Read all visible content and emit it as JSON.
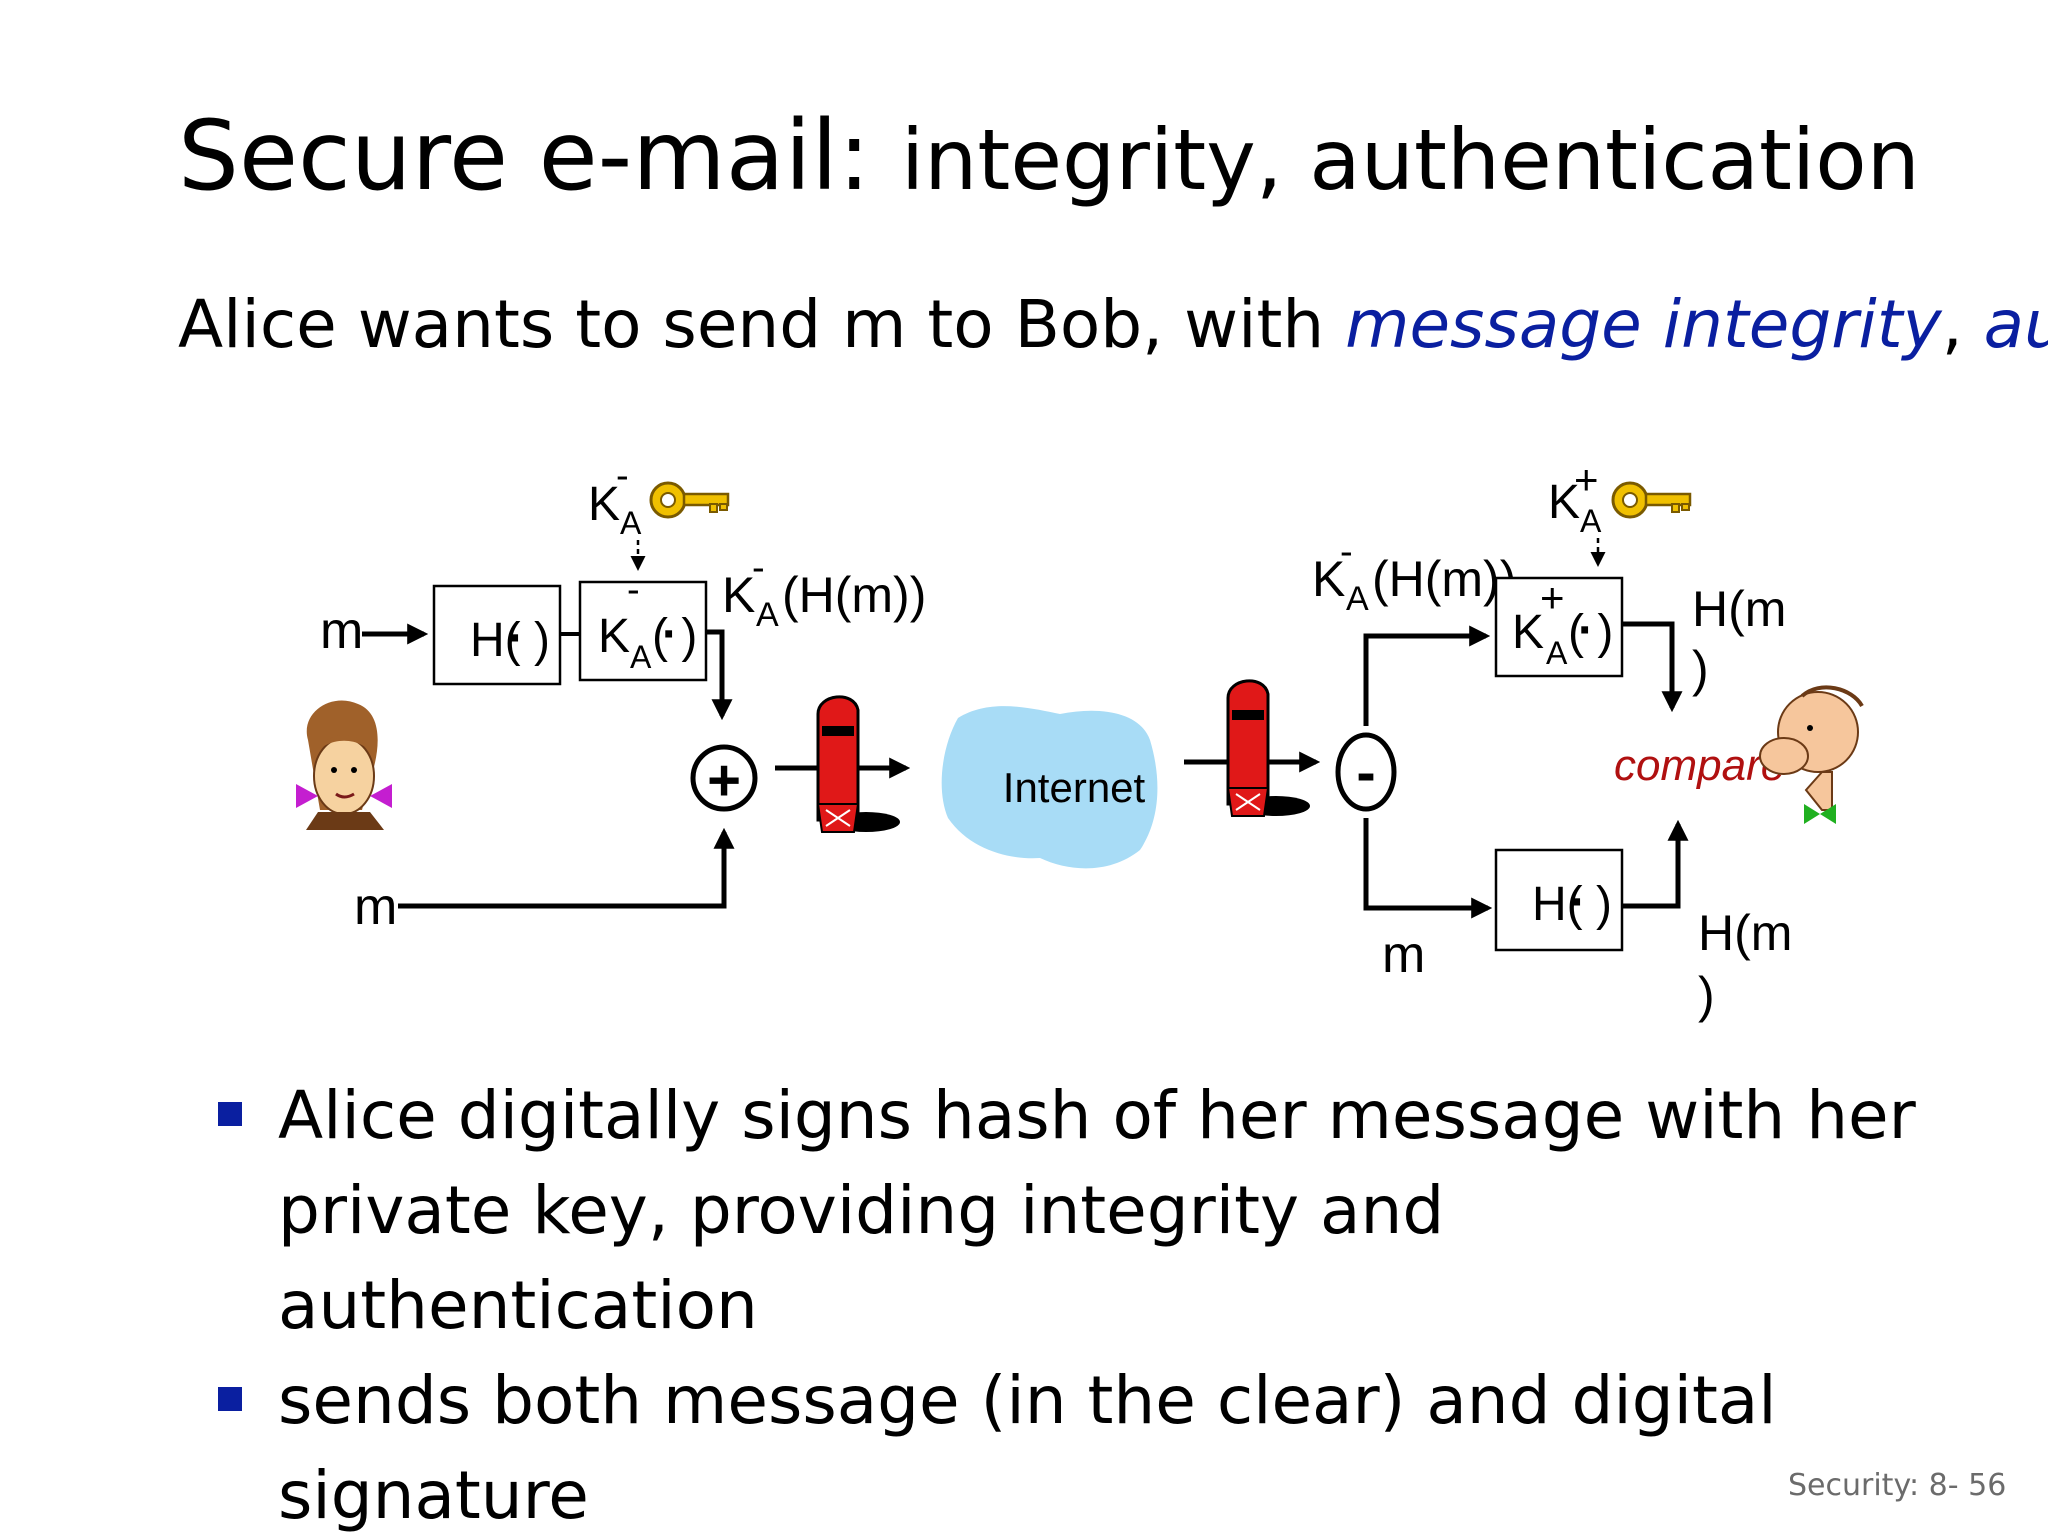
{
  "slide": {
    "title_main": "Secure e-mail: ",
    "title_rest": "integrity, authentication",
    "subtitle_prefix": "Alice wants to send m to Bob, with ",
    "subtitle_highlight1": "message integrity",
    "subtitle_sep": ", ",
    "subtitle_highlight2": "authentication",
    "footer": "Security: 8- 56"
  },
  "diagram": {
    "sender": {
      "m_top": "m",
      "m_bottom": "m",
      "hash_box": "H(  )",
      "hash_dot": "·",
      "sign_box_k": "K",
      "sign_box_sub": "A",
      "sign_box_sup": "-",
      "sign_box_paren": "(  )",
      "sign_box_dot": "·",
      "key_k": "K",
      "key_sub": "A",
      "key_sup": "-",
      "signed_k": "K",
      "signed_sub": "A",
      "signed_sup": "-",
      "signed_rest": "(H(m))",
      "combine_symbol": "+"
    },
    "network": {
      "cloud_label": "Internet"
    },
    "receiver": {
      "split_symbol": "-",
      "signed_k": "K",
      "signed_sub": "A",
      "signed_sup": "-",
      "signed_rest": "(H(m))",
      "verify_box_k": "K",
      "verify_box_sub": "A",
      "verify_box_sup": "+",
      "verify_box_paren": "(  )",
      "verify_box_dot": "·",
      "key_k": "K",
      "key_sub": "A",
      "key_sup": "+",
      "hm_top_1": "H(m",
      "hm_top_2": ")",
      "compare": "compare",
      "hash_box": "H(  )",
      "hash_dot": "·",
      "m_label": "m",
      "hm_bottom_1": "H(m",
      "hm_bottom_2": ")"
    },
    "colors": {
      "cloud": "#a8dcf6",
      "mailbox": "#e01818",
      "compare": "#b01010",
      "line": "#000000"
    }
  },
  "bullets": [
    "Alice digitally signs hash of her message with her private key, providing integrity and authentication",
    "sends both message (in the clear) and digital signature"
  ]
}
